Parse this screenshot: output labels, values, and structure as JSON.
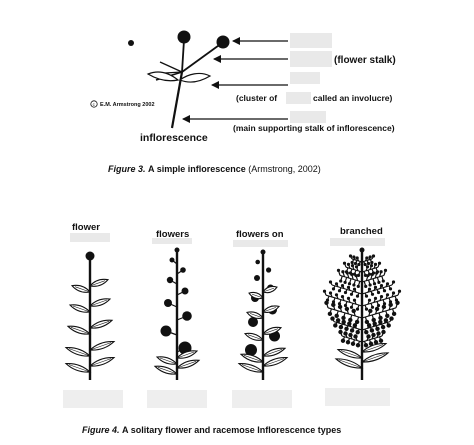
{
  "figure3": {
    "labels": {
      "flower_stalk": "(flower stalk)",
      "cluster_prefix": "(cluster of",
      "cluster_suffix": "called an involucre)",
      "main_stalk": "(main supporting stalk of inflorescence)",
      "inflorescence": "inflorescence",
      "copyright": "E.M. Armstrong 2002"
    },
    "caption": {
      "fig_label": "Figure 3.",
      "title": "A simple inflorescence",
      "cite": "(Armstrong, 2002)"
    }
  },
  "figure4": {
    "plants": [
      {
        "title": "flower"
      },
      {
        "title": "flowers"
      },
      {
        "title": "flowers on"
      },
      {
        "title": "branched"
      }
    ],
    "caption": {
      "fig_label": "Figure 4.",
      "title": "A solitary flower and racemose Inflorescence types"
    }
  },
  "colors": {
    "ink": "#111111",
    "blank": "#e9e9e9"
  }
}
